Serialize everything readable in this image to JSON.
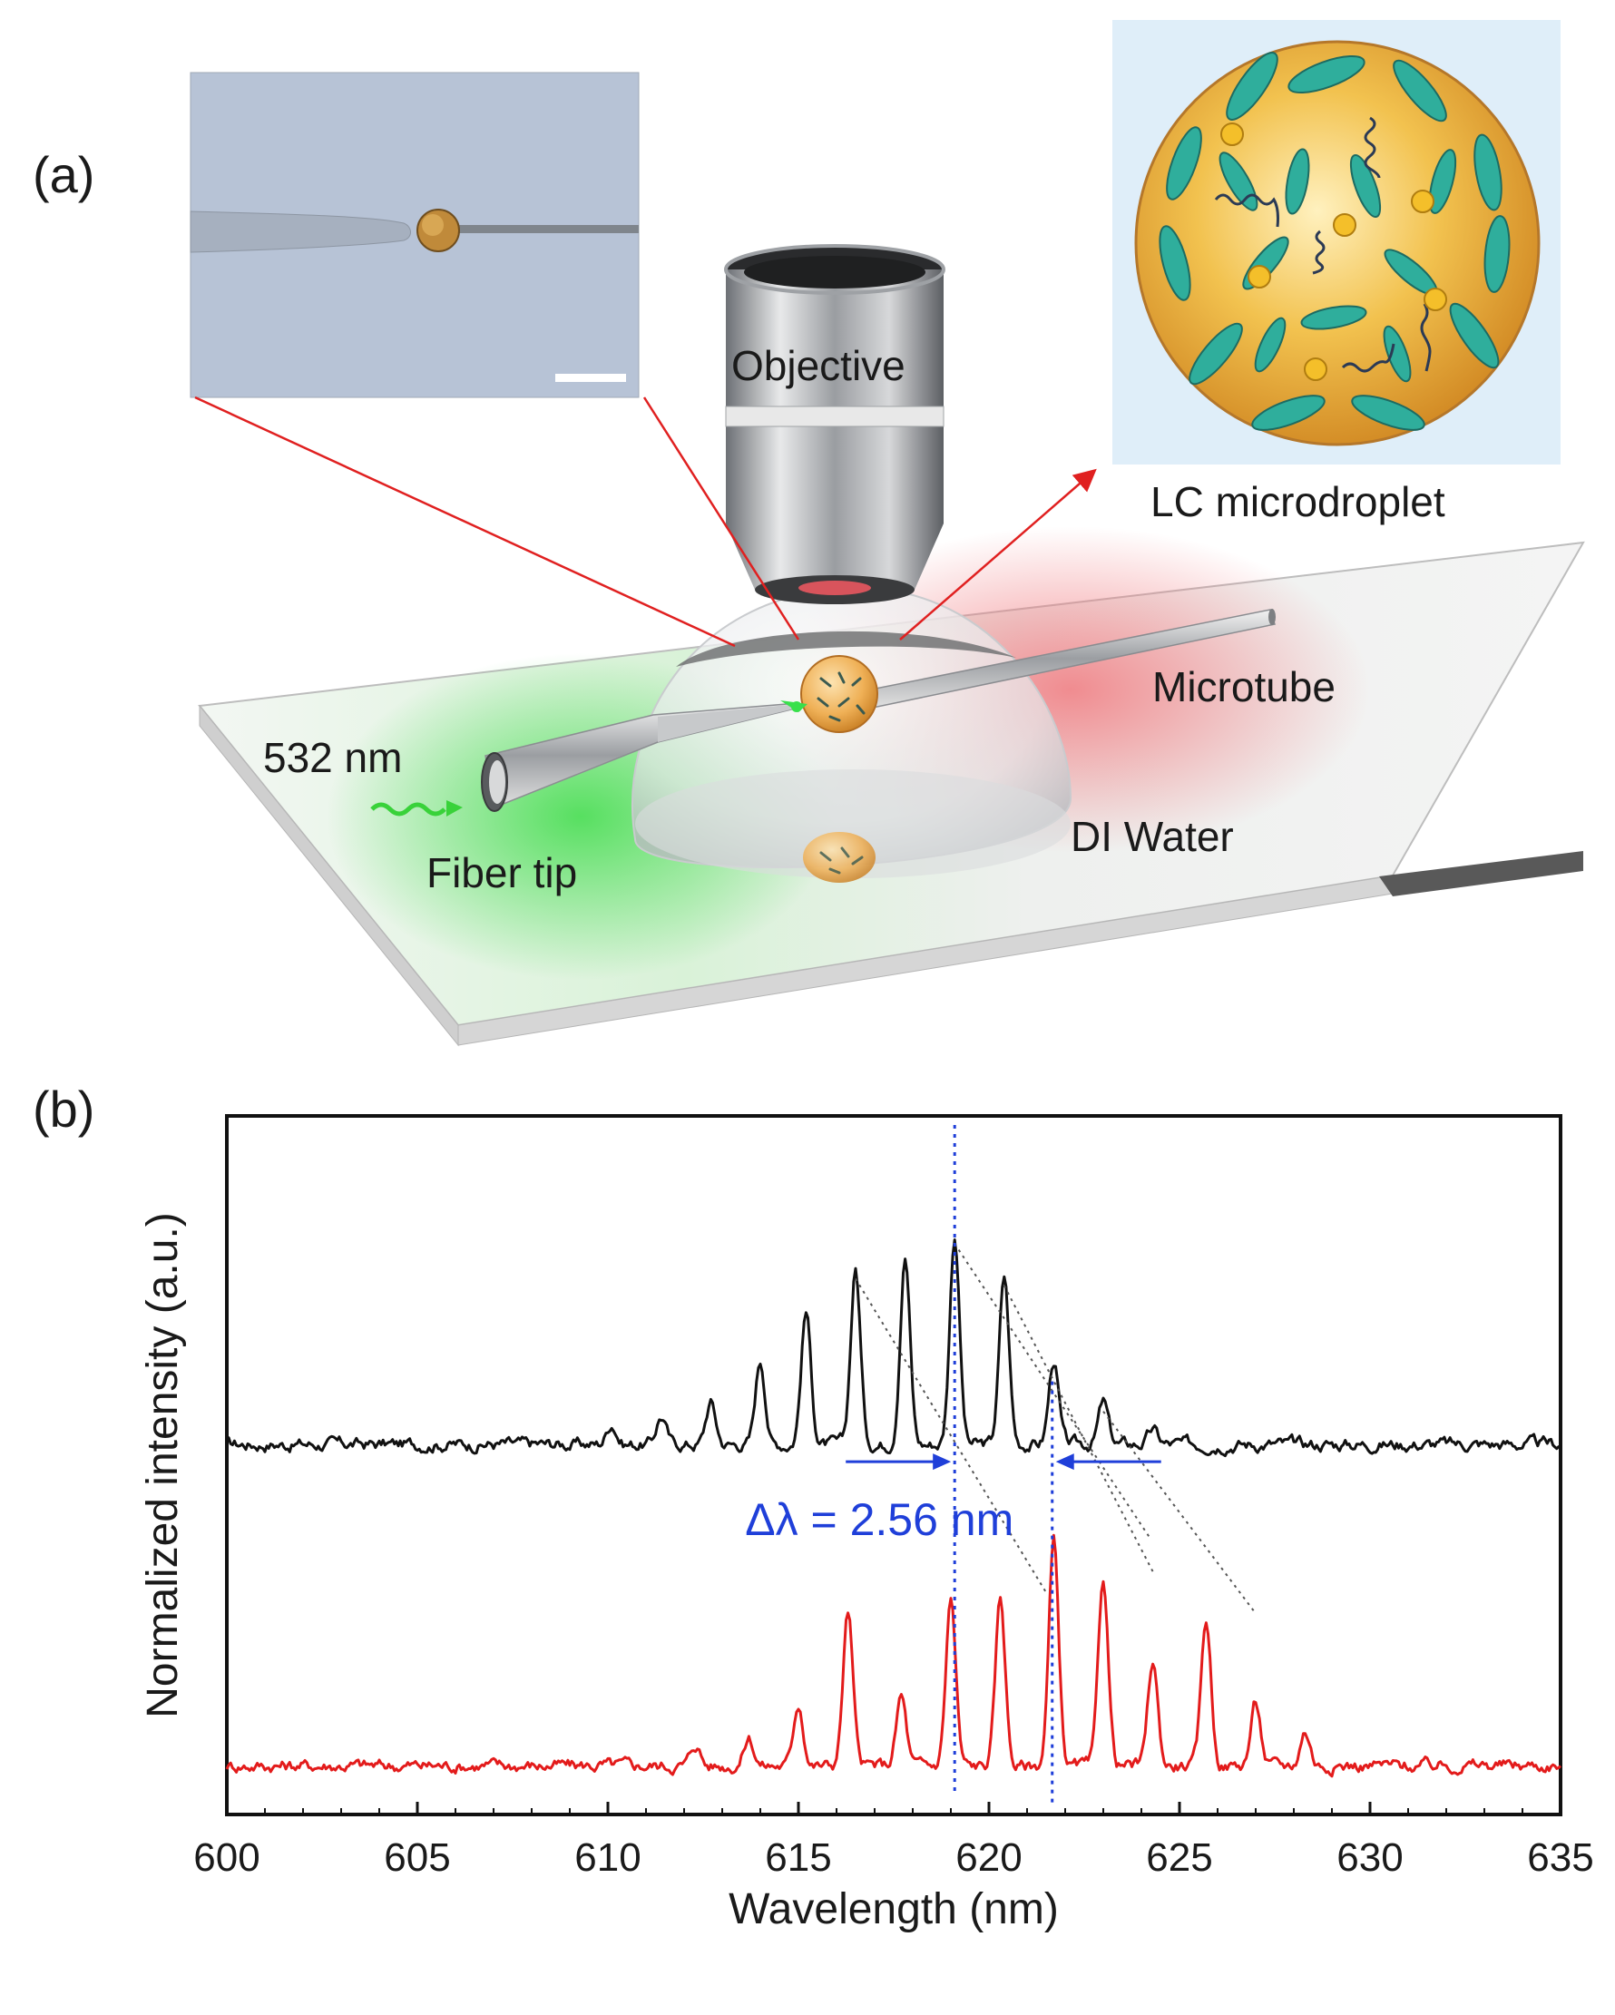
{
  "panel_a": {
    "label": "(a)",
    "labels": {
      "objective": "Objective",
      "lc_microdroplet": "LC microdroplet",
      "microtube": "Microtube",
      "wavelength": "532 nm",
      "fiber_tip": "Fiber tip",
      "di_water": "DI Water"
    },
    "colors": {
      "green_light": "#39d23a",
      "red_light": "#f08a8a",
      "droplet": "#e9a94e",
      "mesogen": "#2fae9c",
      "arrow": "#e02020"
    }
  },
  "panel_b": {
    "label": "(b)",
    "annotation": "Δλ = 2.56 nm"
  },
  "chart_data": {
    "type": "line",
    "xlabel": "Wavelength (nm)",
    "ylabel": "Normalized intensity (a.u.)",
    "xlim": [
      600,
      635
    ],
    "ylim": [
      0,
      1
    ],
    "xticks": [
      600,
      605,
      610,
      615,
      620,
      625,
      630,
      635
    ],
    "y_tick_labels": false,
    "grid": false,
    "annotation": {
      "text": "Δλ = 2.56 nm",
      "from_peak": 619.1,
      "to_peak": 621.66,
      "color": "#1f3fd9"
    },
    "series": [
      {
        "color": "#111111",
        "baseline": 0.53,
        "peaks": [
          {
            "x": 610.1,
            "y": 0.56
          },
          {
            "x": 611.4,
            "y": 0.57
          },
          {
            "x": 612.7,
            "y": 0.59
          },
          {
            "x": 614.0,
            "y": 0.65
          },
          {
            "x": 615.2,
            "y": 0.72
          },
          {
            "x": 616.5,
            "y": 0.78
          },
          {
            "x": 617.8,
            "y": 0.8
          },
          {
            "x": 619.1,
            "y": 0.83
          },
          {
            "x": 620.4,
            "y": 0.77
          },
          {
            "x": 621.7,
            "y": 0.65
          },
          {
            "x": 623.0,
            "y": 0.59
          },
          {
            "x": 624.3,
            "y": 0.55
          }
        ]
      },
      {
        "color": "#e31b1b",
        "baseline": 0.07,
        "peaks": [
          {
            "x": 612.3,
            "y": 0.1
          },
          {
            "x": 613.7,
            "y": 0.11
          },
          {
            "x": 615.0,
            "y": 0.16
          },
          {
            "x": 616.3,
            "y": 0.29
          },
          {
            "x": 617.7,
            "y": 0.17
          },
          {
            "x": 619.0,
            "y": 0.31
          },
          {
            "x": 620.3,
            "y": 0.31
          },
          {
            "x": 621.7,
            "y": 0.39
          },
          {
            "x": 623.0,
            "y": 0.34
          },
          {
            "x": 624.3,
            "y": 0.22
          },
          {
            "x": 625.7,
            "y": 0.28
          },
          {
            "x": 627.0,
            "y": 0.16
          },
          {
            "x": 628.3,
            "y": 0.12
          }
        ]
      }
    ]
  }
}
